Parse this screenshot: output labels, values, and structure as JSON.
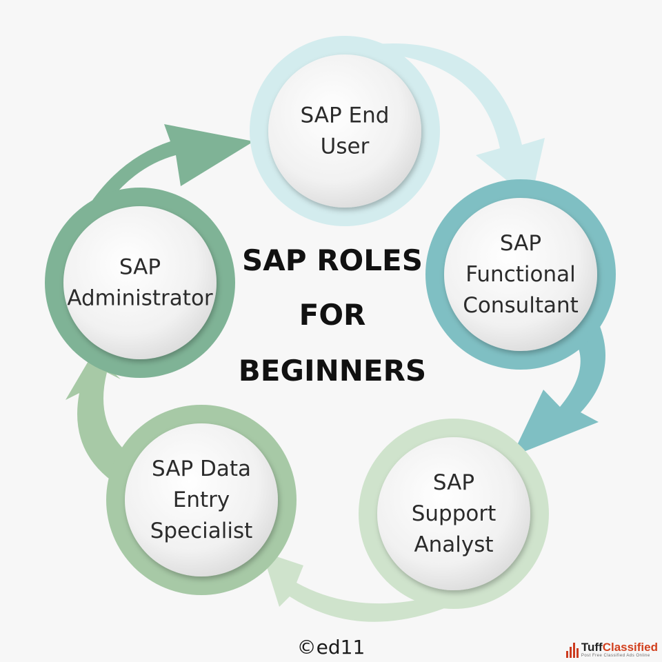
{
  "title_lines": [
    "SAP ROLES",
    "FOR",
    "BEGINNERS"
  ],
  "nodes": [
    {
      "lines": [
        "SAP End",
        "User"
      ],
      "color": "#d3ecee"
    },
    {
      "lines": [
        "SAP",
        "Functional",
        "Consultant"
      ],
      "color": "#7fbfc3"
    },
    {
      "lines": [
        "SAP",
        "Support",
        "Analyst"
      ],
      "color": "#cfe3cc"
    },
    {
      "lines": [
        "SAP Data",
        "Entry",
        "Specialist"
      ],
      "color": "#a7c9a6"
    },
    {
      "lines": [
        "SAP",
        "Administrator"
      ],
      "color": "#7fb396"
    }
  ],
  "copyright": "©ed11",
  "watermark": {
    "brand_part1": "Tuff",
    "brand_part2": "Classified",
    "tagline": "Post Free Classified Ads Online"
  }
}
